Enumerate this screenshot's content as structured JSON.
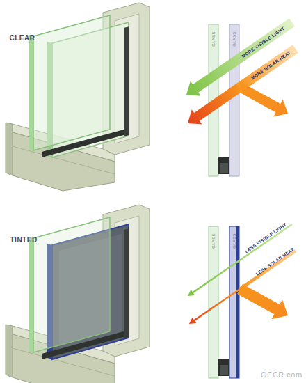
{
  "diagram": {
    "labels": [
      "CLEAR",
      "GLASS",
      "GLASS",
      "MORE VISIBLE LIGHT",
      "MORE SOLAR HEAT",
      "TINTED",
      "GLASS",
      "GLASS",
      "LESS VISIBLE LIGHT",
      "LESS SOLAR HEAT",
      "OECR.com"
    ]
  }
}
